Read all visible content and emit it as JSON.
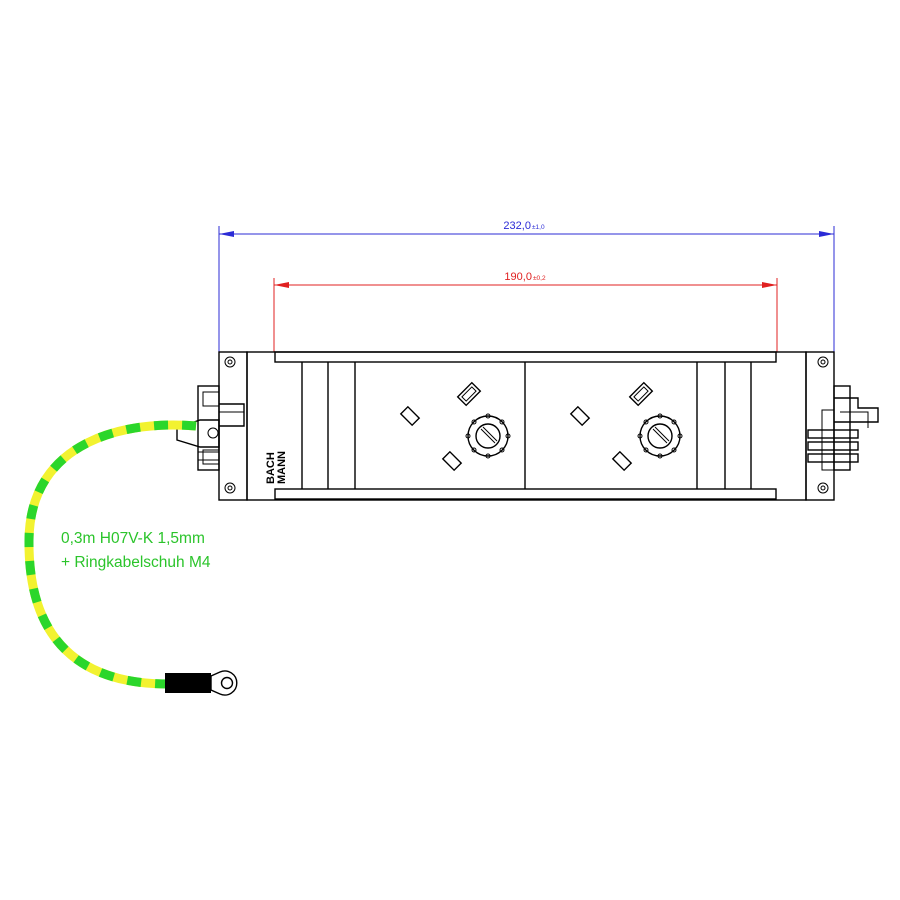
{
  "dimensions": {
    "overall": {
      "value": "232,0",
      "tolerance": "±1,0"
    },
    "inner": {
      "value": "190,0",
      "tolerance": "±0,2"
    }
  },
  "cable": {
    "line1": "0,3m H07V-K 1,5mm",
    "line2": "+ Ringkabelschuh M4"
  },
  "brand": {
    "line1": "BACH",
    "line2": "MANN"
  },
  "colors": {
    "overall_dimension": "#2b2bd6",
    "inner_dimension": "#e02020",
    "cable_yellow": "#f2f230",
    "cable_green": "#2bd62b",
    "label_text": "#2bc42b",
    "outline": "#000000"
  }
}
